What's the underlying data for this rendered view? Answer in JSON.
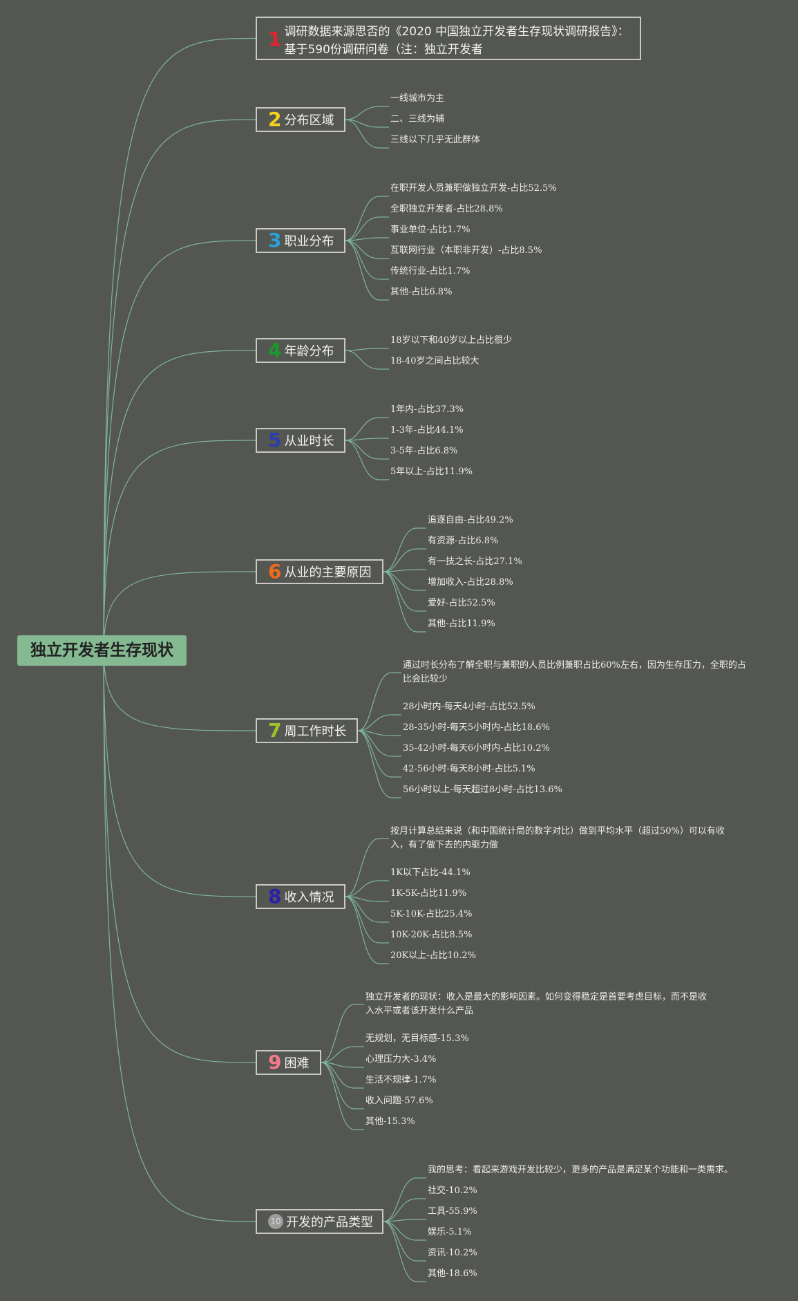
{
  "root": "独立开发者生存现状",
  "colors": {
    "background": "#545651",
    "root_fill": "#84b992",
    "link": "#7fb59c",
    "border": "#c9cac6"
  },
  "topics": [
    {
      "num": "1",
      "num_color": "#e8212c",
      "label": "调研数据来源思否的《2020 中国独立开发者生存现状调研报告》：基于590份调研问卷（注：独立开发者",
      "children": []
    },
    {
      "num": "2",
      "num_color": "#f2d21b",
      "label": "分布区域",
      "children": [
        "一线城市为主",
        "二、三线为辅",
        "三线以下几乎无此群体"
      ]
    },
    {
      "num": "3",
      "num_color": "#2aa0db",
      "label": "职业分布",
      "children": [
        "在职开发人员兼职做独立开发-占比52.5%",
        "全职独立开发者-占比28.8%",
        "事业单位-占比1.7%",
        "互联网行业（本职非开发）-占比8.5%",
        "传统行业-占比1.7%",
        "其他-占比6.8%"
      ]
    },
    {
      "num": "4",
      "num_color": "#1a9a2c",
      "label": "年龄分布",
      "children": [
        "18岁以下和40岁以上占比很少",
        "18-40岁之间占比较大"
      ]
    },
    {
      "num": "5",
      "num_color": "#2a3fa8",
      "label": "从业时长",
      "children": [
        "1年内-占比37.3%",
        "1-3年-占比44.1%",
        "3-5年-占比6.8%",
        "5年以上-占比11.9%"
      ]
    },
    {
      "num": "6",
      "num_color": "#f26a1b",
      "label": "从业的主要原因",
      "children": [
        "追逐自由-占比49.2%",
        "有资源-占比6.8%",
        "有一技之长-占比27.1%",
        "增加收入-占比28.8%",
        "爱好-占比52.5%",
        "其他-占比11.9%"
      ]
    },
    {
      "num": "7",
      "num_color": "#9bc42a",
      "label": "周工作时长",
      "children": [
        "通过时长分布了解全职与兼职的人员比例兼职占比60%左右，因为生存压力，全职的占比会比较少",
        "28小时内-每天4小时-占比52.5%",
        "28-35小时-每天5小时内-占比18.6%",
        "35-42小时-每天6小时内-占比10.2%",
        "42-56小时-每天8小时-占比5.1%",
        "56小时以上-每天超过8小时-占比13.6%"
      ]
    },
    {
      "num": "8",
      "num_color": "#2a1fa8",
      "label": "收入情况",
      "children": [
        "按月计算总结来说（和中国统计局的数字对比）做到平均水平（超过50%）可以有收入，有了做下去的内驱力做",
        "1K以下占比-44.1%",
        "1K-5K-占比11.9%",
        "5K-10K-占比25.4%",
        "10K-20K-占比8.5%",
        "20K以上-占比10.2%"
      ]
    },
    {
      "num": "9",
      "num_color": "#f27a8a",
      "label": "困难",
      "children": [
        "独立开发者的现状：收入是最大的影响因素。如何变得稳定是首要考虑目标，而不是收入水平或者该开发什么产品",
        "无规划，无目标感-15.3%",
        "心理压力大-3.4%",
        "生活不规律-1.7%",
        "收入问题-57.6%",
        "其他-15.3%"
      ]
    },
    {
      "num": "10",
      "num_color": "#9c9c9c",
      "label": "开发的产品类型",
      "children": [
        "我的思考：看起来游戏开发比较少，更多的产品是满足某个功能和一类需求。",
        "社交-10.2%",
        "工具-55.9%",
        "娱乐-5.1%",
        "资讯-10.2%",
        "其他-18.6%"
      ]
    }
  ]
}
